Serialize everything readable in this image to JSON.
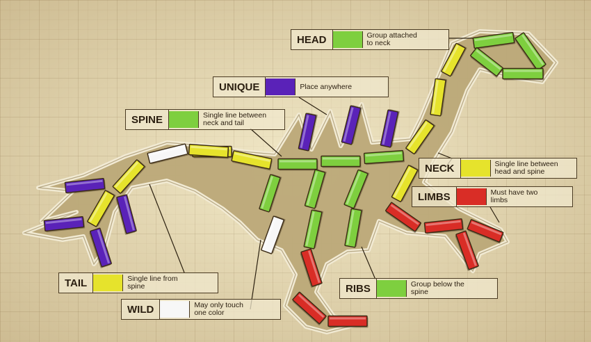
{
  "colors": {
    "spine": "#7ecf3f",
    "neck": "#e6e32c",
    "tail": "#e6e32c",
    "head": "#7ecf3f",
    "ribs": "#7ecf3f",
    "limbs": "#d92d26",
    "unique": "#5a22b8",
    "wild": "#f7f7f7",
    "silhouette": "#bca979"
  },
  "legend": {
    "head": {
      "title": "HEAD",
      "color": "#7ecf3f",
      "desc": "Group attached\nto neck"
    },
    "unique": {
      "title": "UNIQUE",
      "color": "#5a22b8",
      "desc": "Place anywhere"
    },
    "spine": {
      "title": "SPINE",
      "color": "#7ecf3f",
      "desc": "Single line between\nneck and tail"
    },
    "neck": {
      "title": "NECK",
      "color": "#e6e32c",
      "desc": "Single line between\nhead and spine"
    },
    "limbs": {
      "title": "LIMBS",
      "color": "#d92d26",
      "desc": "Must have two\nlimbs"
    },
    "tail": {
      "title": "TAIL",
      "color": "#e6e32c",
      "desc": "Single line from\nspine"
    },
    "wild": {
      "title": "WILD",
      "color": "#f7f7f7",
      "desc": "May only touch\none color"
    },
    "ribs": {
      "title": "RIBS",
      "color": "#7ecf3f",
      "desc": "Group below the\nspine"
    }
  },
  "pieces": [
    {
      "part": "spine"
    },
    {
      "part": "spine"
    },
    {
      "part": "spine"
    },
    {
      "part": "neck"
    },
    {
      "part": "neck"
    },
    {
      "part": "neck"
    },
    {
      "part": "neck"
    },
    {
      "part": "neck"
    },
    {
      "part": "head"
    },
    {
      "part": "head"
    },
    {
      "part": "head"
    },
    {
      "part": "head"
    },
    {
      "part": "unique"
    },
    {
      "part": "unique"
    },
    {
      "part": "unique"
    },
    {
      "part": "tail"
    },
    {
      "part": "tail"
    },
    {
      "part": "wild"
    },
    {
      "part": "tail"
    },
    {
      "part": "tail"
    },
    {
      "part": "tail"
    },
    {
      "part": "unique"
    },
    {
      "part": "unique"
    },
    {
      "part": "unique"
    },
    {
      "part": "unique"
    },
    {
      "part": "ribs"
    },
    {
      "part": "ribs"
    },
    {
      "part": "ribs"
    },
    {
      "part": "ribs"
    },
    {
      "part": "ribs"
    },
    {
      "part": "ribs"
    },
    {
      "part": "ribs"
    },
    {
      "part": "wild"
    },
    {
      "part": "limbs"
    },
    {
      "part": "limbs"
    },
    {
      "part": "limbs"
    },
    {
      "part": "limbs"
    },
    {
      "part": "limbs"
    },
    {
      "part": "limbs"
    },
    {
      "part": "limbs"
    },
    {
      "part": "limbs"
    }
  ]
}
